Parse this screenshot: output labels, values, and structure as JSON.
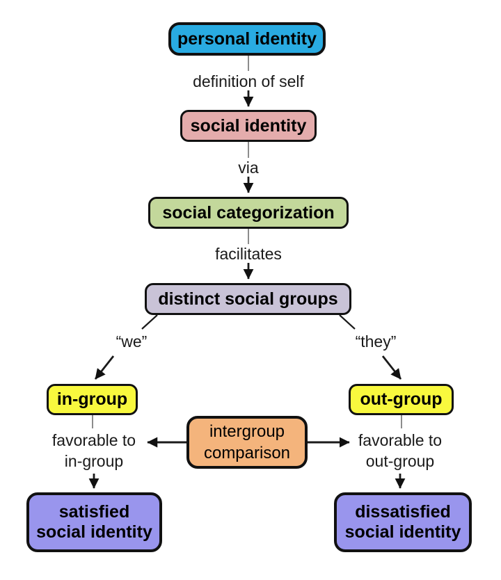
{
  "canvas": {
    "background": "#ffffff",
    "wire_color": "#1a1a1a",
    "stub_color": "#8c8c8c"
  },
  "nodes": {
    "personal_identity": {
      "label": "personal identity",
      "fill": "#29ABE2"
    },
    "social_identity": {
      "label": "social identity",
      "fill": "#E4ACAC"
    },
    "social_categorization": {
      "label": "social categorization",
      "fill": "#C3D89B"
    },
    "distinct_social_groups": {
      "label": "distinct social groups",
      "fill": "#C9C3D7"
    },
    "in_group": {
      "label": "in-group",
      "fill": "#F8F83E"
    },
    "out_group": {
      "label": "out-group",
      "fill": "#F8F83E"
    },
    "intergroup_comparison": {
      "line1": "intergroup",
      "line2": "comparison",
      "fill": "#F4B47C"
    },
    "satisfied_social_identity": {
      "line1": "satisfied",
      "line2": "social identity",
      "fill": "#9995ED"
    },
    "dissatisfied_social_identity": {
      "line1": "dissatisfied",
      "line2": "social identity",
      "fill": "#9995ED"
    }
  },
  "edges": {
    "personal_to_social": {
      "label": "definition of self",
      "from": "personal identity",
      "to": "social identity"
    },
    "social_to_categorization": {
      "label": "via",
      "from": "social identity",
      "to": "social categorization"
    },
    "categorization_to_groups": {
      "label": "facilitates",
      "from": "social categorization",
      "to": "distinct social groups"
    },
    "groups_to_in_group": {
      "label": "“we”",
      "from": "distinct social groups",
      "to": "in-group"
    },
    "groups_to_out_group": {
      "label": "“they”",
      "from": "distinct social groups",
      "to": "out-group"
    },
    "comparison_to_in_group": {
      "line1": "favorable to",
      "line2": "in-group",
      "from": "intergroup comparison",
      "to": "satisfied social identity"
    },
    "comparison_to_out_group": {
      "line1": "favorable to",
      "line2": "out-group",
      "from": "intergroup comparison",
      "to": "dissatisfied social identity"
    }
  }
}
